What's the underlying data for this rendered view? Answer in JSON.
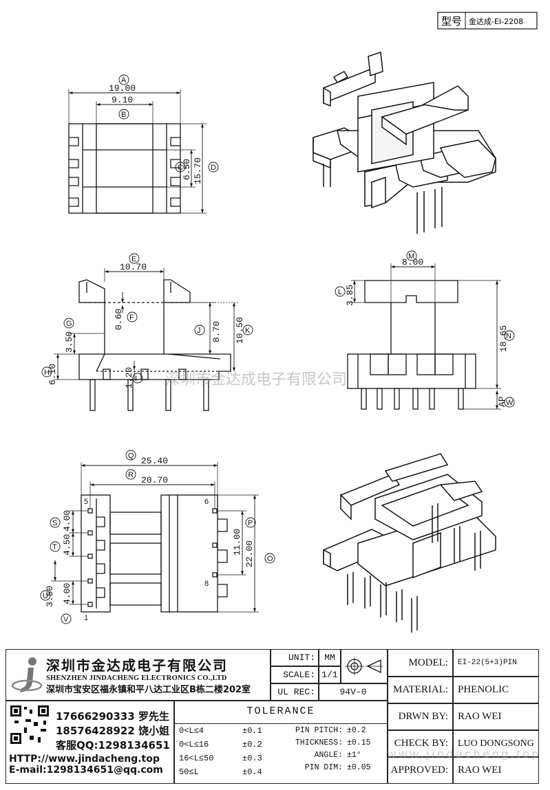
{
  "model_tag": {
    "label": "型号",
    "value": "金达成-EI-2208"
  },
  "watermark": {
    "main": "深圳市金达成电子有限公司",
    "site": "www.jindacheng.top"
  },
  "views": {
    "top": {
      "dims": [
        {
          "id": "A",
          "value": "19.00"
        },
        {
          "id": "B",
          "value": "9.10"
        },
        {
          "id": "C",
          "value": "6.50"
        },
        {
          "id": "D",
          "value": "15.70"
        }
      ]
    },
    "front": {
      "dims": [
        {
          "id": "E",
          "value": "10.70"
        },
        {
          "id": "F",
          "value": "0.60"
        },
        {
          "id": "G",
          "value": "3.50"
        },
        {
          "id": "H",
          "value": "6.10"
        },
        {
          "id": "I",
          "value": "1.20"
        },
        {
          "id": "J",
          "value": "8.70"
        },
        {
          "id": "K",
          "value": "10.50"
        }
      ]
    },
    "side": {
      "dims": [
        {
          "id": "M",
          "value": "8.00"
        },
        {
          "id": "L",
          "value": "3.85"
        },
        {
          "id": "N",
          "value": "18.65"
        },
        {
          "id": "W",
          "value": "AP"
        }
      ]
    },
    "bottom": {
      "dims": [
        {
          "id": "Q",
          "value": "25.40"
        },
        {
          "id": "R",
          "value": "20.70"
        },
        {
          "id": "S",
          "value": "4.00"
        },
        {
          "id": "T",
          "value": "4.50"
        },
        {
          "id": "U",
          "value": "3.50"
        },
        {
          "id": "U2",
          "value": "4.00"
        },
        {
          "id": "V",
          "value": ""
        },
        {
          "id": "P",
          "value": "11.00"
        },
        {
          "id": "O",
          "value": "22.00"
        }
      ],
      "pin_marks": [
        "5",
        "1",
        "6",
        "8"
      ]
    }
  },
  "company": {
    "name_cn": "深圳市金达成电子有限公司",
    "name_en": "SHENZHEN JINDACHENG ELECTRONICS CO.,LTD",
    "address": "深圳市宝安区福永镇和平八达工业区B栋二楼202室",
    "phone1": "17666290333 罗先生",
    "phone2": "18576428922 饶小姐",
    "qq": "客服QQ:1298134651",
    "http": "HTTP://www.jindacheng.top",
    "email": "E-mail:1298134651@qq.com"
  },
  "spec": {
    "unit_label": "UNIT:",
    "unit_value": "MM",
    "scale_label": "SCALE:",
    "scale_value": "1/1",
    "ul_label": "UL REC:",
    "ul_value": "94V-0",
    "tolerance_title": "TOLERANCE",
    "tolerances": [
      {
        "range": "0<L≤4",
        "value": "±0.1"
      },
      {
        "range": "0<L≤16",
        "value": "±0.2"
      },
      {
        "range": "16<L≤50",
        "value": "±0.3"
      },
      {
        "range": "50≤L",
        "value": "±0.4"
      }
    ],
    "extra": [
      {
        "label": "PIN PITCH:",
        "value": "±0.2"
      },
      {
        "label": "THICKNESS:",
        "value": "±0.15"
      },
      {
        "label": "ANGLE:",
        "value": "±1°"
      },
      {
        "label": "PIN DIM:",
        "value": "±0.05"
      }
    ]
  },
  "info": [
    {
      "label": "MODEL:",
      "value": "EI-22(5+3)PIN"
    },
    {
      "label": "MATERIAL:",
      "value": "PHENOLIC"
    },
    {
      "label": "DRWN BY:",
      "value": "RAO WEI"
    },
    {
      "label": "CHECK BY:",
      "value": "LUO DONGSONG"
    },
    {
      "label": "APPROVED:",
      "value": "RAO WEI"
    }
  ]
}
